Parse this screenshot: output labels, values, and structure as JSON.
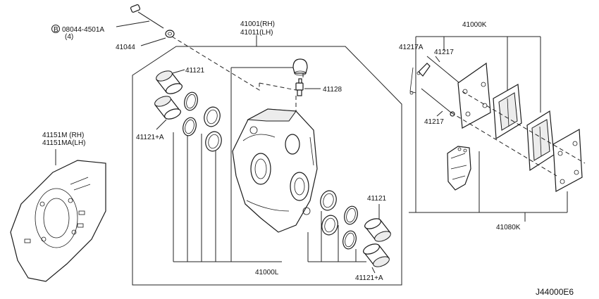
{
  "labels": {
    "bolt": "08044-4501A",
    "bolt_qty": "(4)",
    "bolt_circle": "B",
    "washer": "41044",
    "caliper_rh": "41001(RH)",
    "caliper_lh": "41011(LH)",
    "piston_upper": "41121",
    "piston_seal_upper": "41121+A",
    "bleeder": "41128",
    "shield_rh": "41151M (RH)",
    "shield_lh": "41151MA(LH)",
    "pad_kit": "41000K",
    "pin_clip": "41217A",
    "pin_upper": "41217",
    "pin_lower": "41217",
    "hardware_kit": "41080K",
    "piston_lower": "41121",
    "piston_seal_lower": "41121+A",
    "caliper_body": "41000L",
    "diagram_code": "J44000E6"
  }
}
